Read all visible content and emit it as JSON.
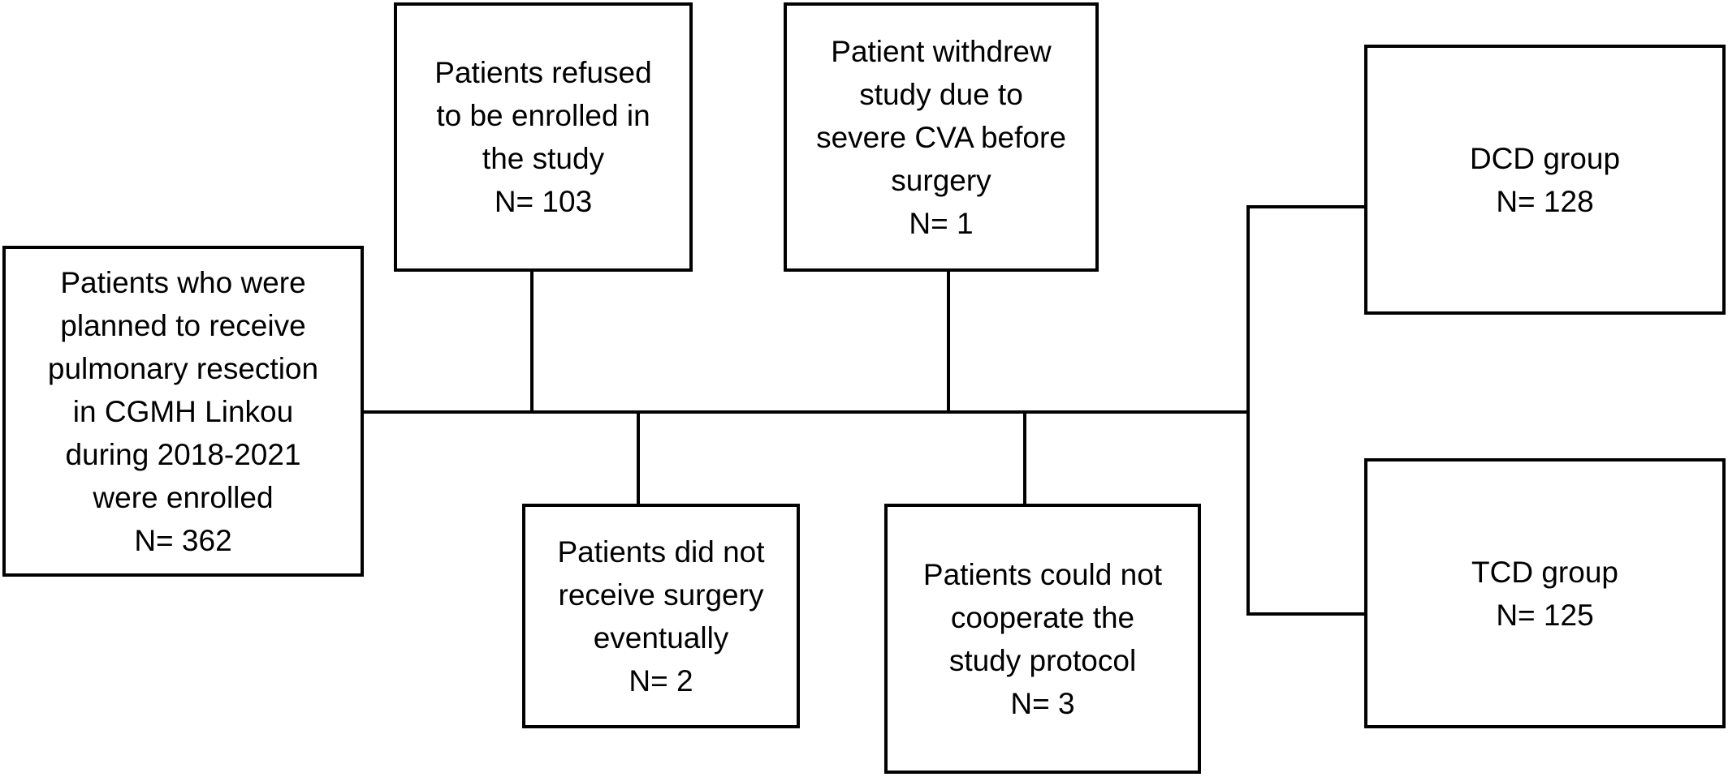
{
  "flowchart": {
    "enrolled": {
      "lines": [
        "Patients who were",
        "planned to receive",
        "pulmonary resection",
        "in CGMH Linkou",
        "during 2018-2021",
        "were enrolled",
        "N= 362"
      ]
    },
    "refused": {
      "lines": [
        "Patients refused",
        "to be enrolled in",
        "the study",
        "N= 103"
      ]
    },
    "withdrew": {
      "lines": [
        "Patient withdrew",
        "study due to",
        "severe CVA before",
        "surgery",
        "N= 1"
      ]
    },
    "no_surgery": {
      "lines": [
        "Patients did not",
        "receive surgery",
        "eventually",
        "N= 2"
      ]
    },
    "could_not_cooperate": {
      "lines": [
        "Patients could not",
        "cooperate the",
        "study protocol",
        "N= 3"
      ]
    },
    "dcd_group": {
      "lines": [
        "DCD group",
        "N= 128"
      ]
    },
    "tcd_group": {
      "lines": [
        "TCD group",
        "N= 125"
      ]
    }
  },
  "colors": {
    "line": "#000000",
    "box_border": "#000000",
    "background": "#ffffff",
    "text": "#000000"
  }
}
